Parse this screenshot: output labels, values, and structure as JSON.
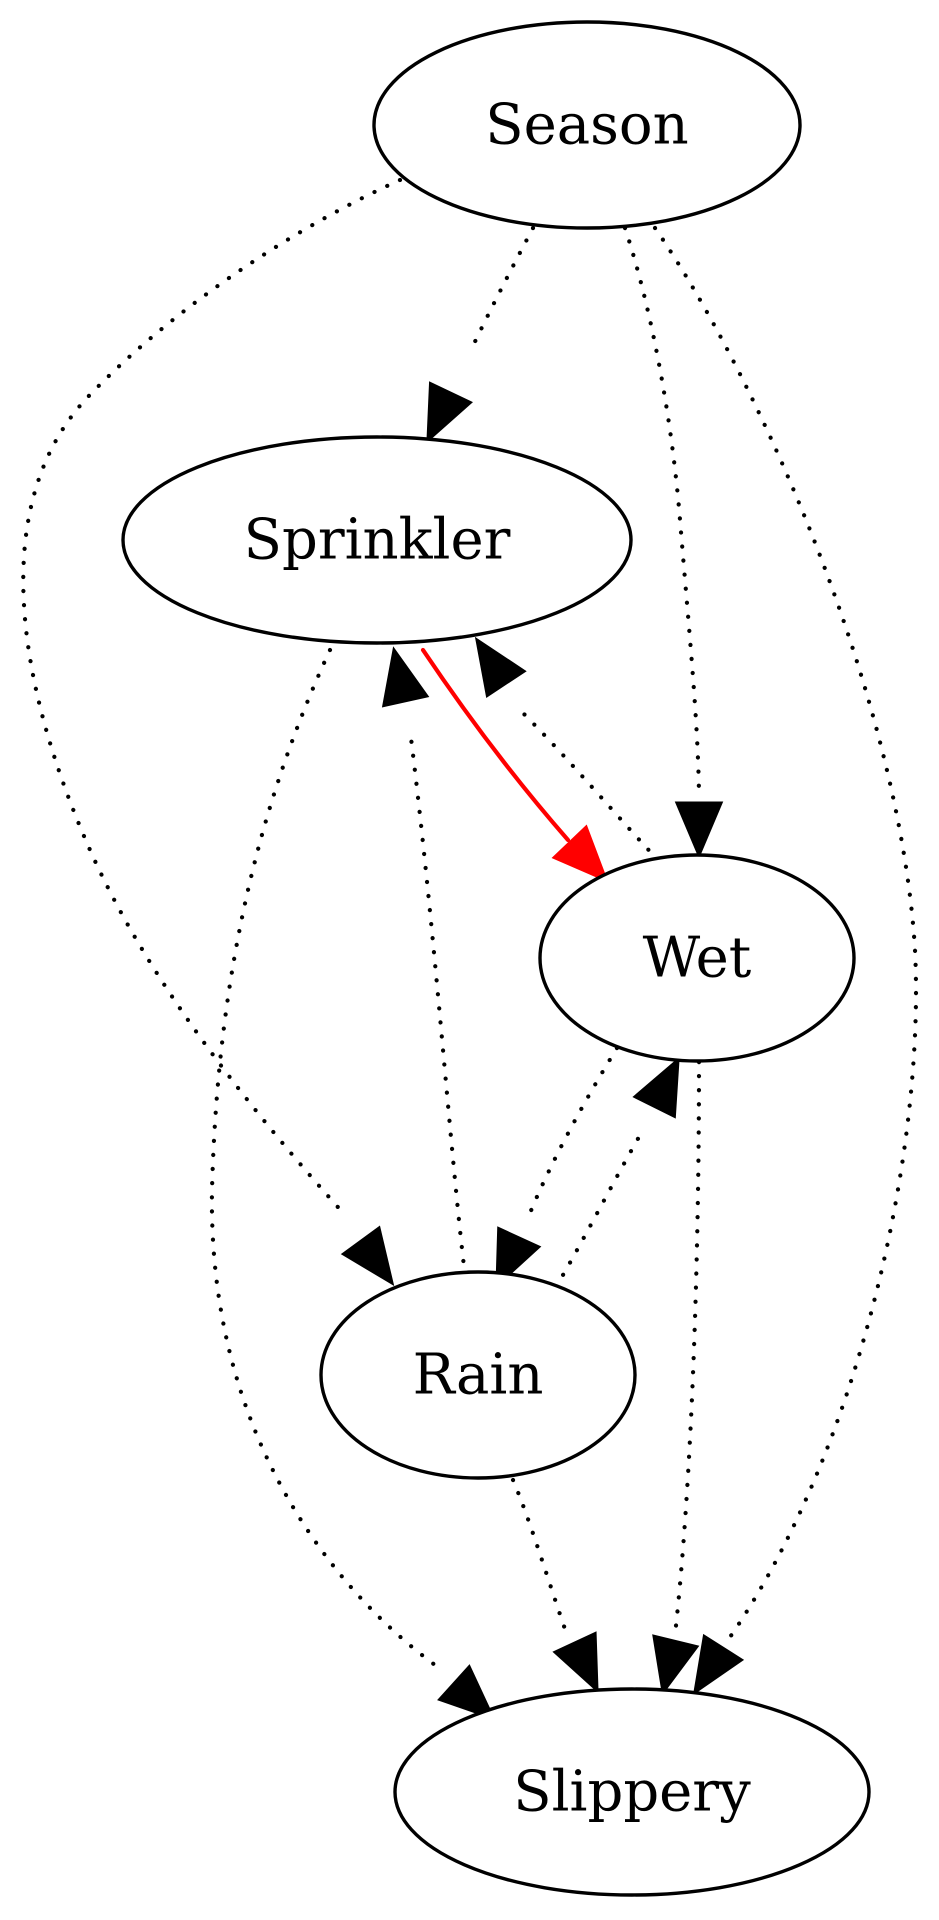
{
  "diagram": {
    "nodes": [
      {
        "id": "season",
        "label": "Season"
      },
      {
        "id": "sprinkler",
        "label": "Sprinkler"
      },
      {
        "id": "wet",
        "label": "Wet"
      },
      {
        "id": "rain",
        "label": "Rain"
      },
      {
        "id": "slippery",
        "label": "Slippery"
      }
    ],
    "edges": [
      {
        "from": "season",
        "to": "sprinkler",
        "style": "dotted",
        "color": "#000000"
      },
      {
        "from": "season",
        "to": "rain",
        "style": "dotted",
        "color": "#000000"
      },
      {
        "from": "season",
        "to": "wet",
        "style": "dotted",
        "color": "#000000"
      },
      {
        "from": "season",
        "to": "slippery",
        "style": "dotted",
        "color": "#000000"
      },
      {
        "from": "sprinkler",
        "to": "wet",
        "style": "solid",
        "color": "#ff0000"
      },
      {
        "from": "wet",
        "to": "sprinkler",
        "style": "dotted",
        "color": "#000000"
      },
      {
        "from": "rain",
        "to": "sprinkler",
        "style": "dotted",
        "color": "#000000"
      },
      {
        "from": "sprinkler",
        "to": "slippery",
        "style": "dotted",
        "color": "#000000"
      },
      {
        "from": "wet",
        "to": "rain",
        "style": "dotted",
        "color": "#000000"
      },
      {
        "from": "rain",
        "to": "wet",
        "style": "dotted",
        "color": "#000000"
      },
      {
        "from": "wet",
        "to": "slippery",
        "style": "dotted",
        "color": "#000000"
      },
      {
        "from": "rain",
        "to": "slippery",
        "style": "dotted",
        "color": "#000000"
      }
    ]
  }
}
